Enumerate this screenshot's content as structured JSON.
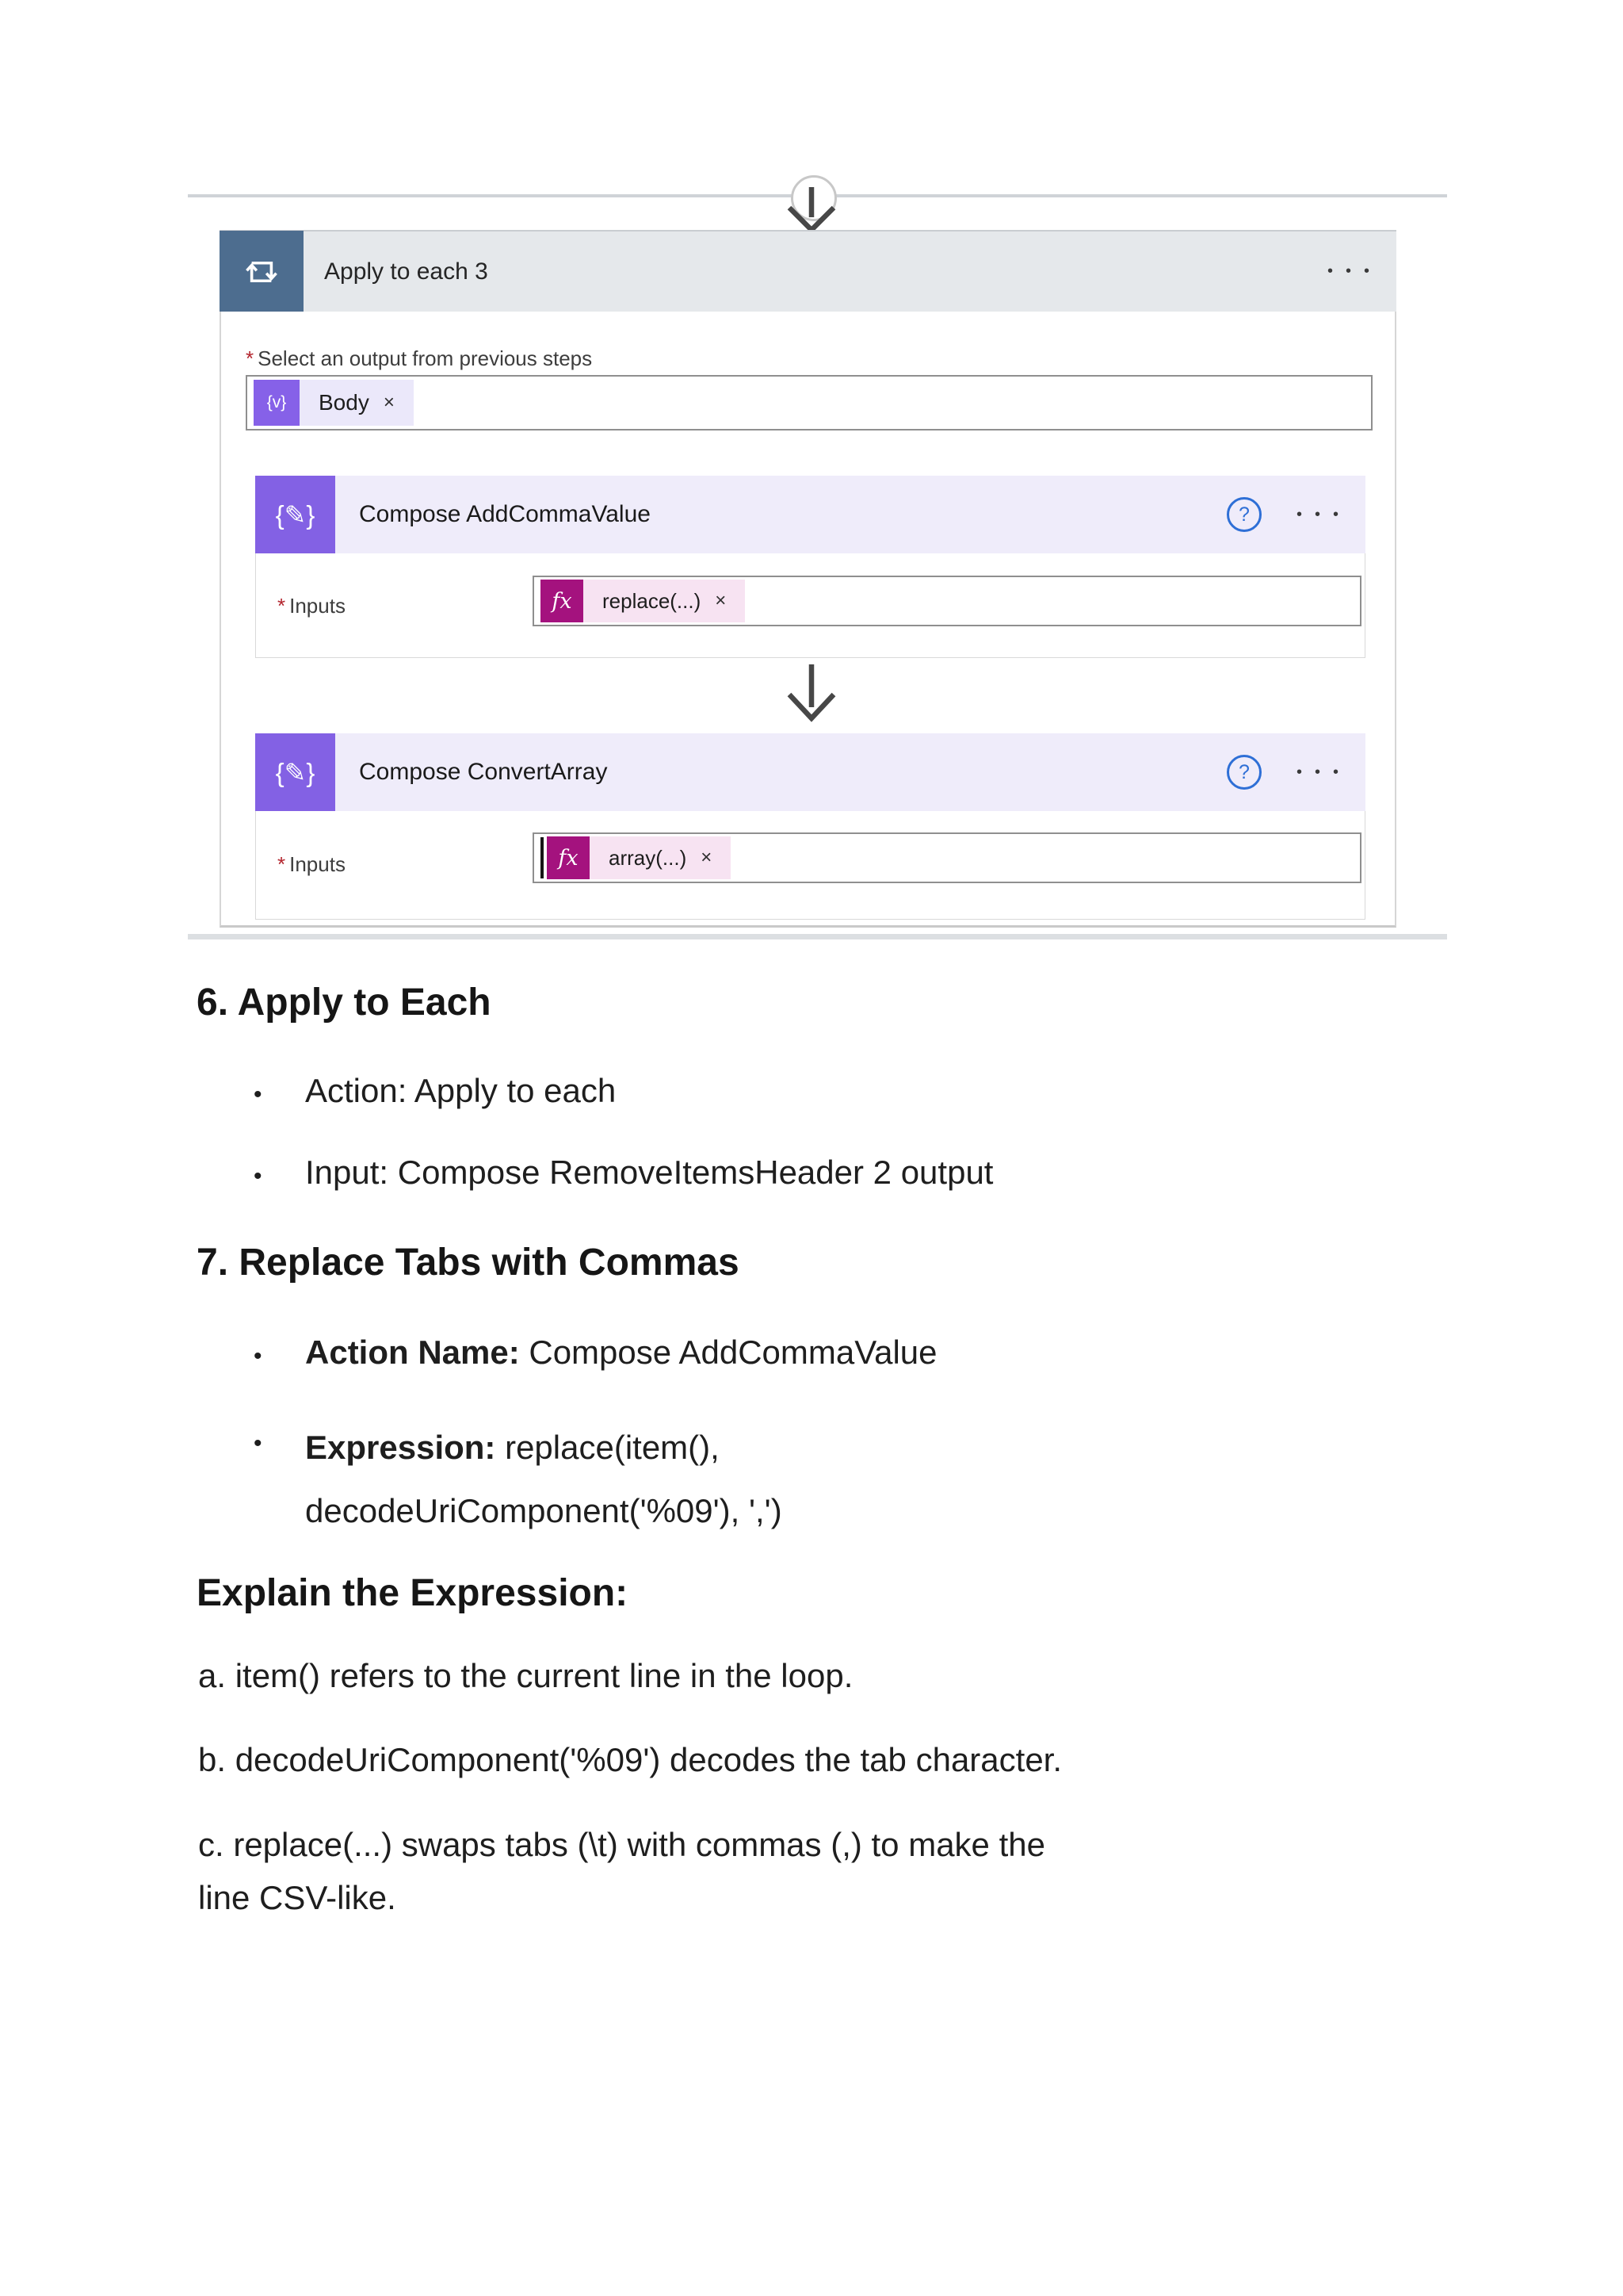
{
  "icons": {
    "menu": "•••",
    "help": "?",
    "required": "*",
    "remove": "×",
    "compose_glyph": "{✎}",
    "dynamic_glyph": "{v}",
    "fx_glyph": "fx",
    "bullet": "•"
  },
  "flow": {
    "apply_to_each": {
      "title": "Apply to each 3",
      "select_label": "Select an output from previous steps",
      "token_name": "Body"
    },
    "compose1": {
      "title": "Compose AddCommaValue",
      "inputs_label": "Inputs",
      "token_name": "replace(...)"
    },
    "compose2": {
      "title": "Compose ConvertArray",
      "inputs_label": "Inputs",
      "token_name": "array(...)"
    }
  },
  "doc": {
    "h6": "6. Apply to Each",
    "s6_bullets": [
      "Action: Apply to each",
      "Input: Compose RemoveItemsHeader 2 output"
    ],
    "h7": "7. Replace Tabs with Commas",
    "b_action_strong": "Action Name:",
    "b_action_rest": " Compose AddCommaValue",
    "b_expr_strong": "Expression:",
    "b_expr_line1": " replace(item(),",
    "b_expr_line2": "decodeUriComponent('%09'), ',')",
    "h_explain": "Explain the Expression:",
    "pa": "a. item() refers to the current line in the loop.",
    "pb": "b. decodeUriComponent('%09') decodes the tab character.",
    "pc1": "c. replace(...) swaps tabs (\\t) with commas (,) to make the",
    "pc2": "line CSV-like."
  },
  "colors": {
    "loop_icon_bg": "#4d6d8f",
    "ate_header_bg": "#e5e8eb",
    "compose_icon_bg": "#8361e4",
    "compose_header_bg": "#efecfa",
    "dynamic_token_bg": "#8661e8",
    "fx_token_bg": "#a4127e",
    "help_blue": "#2e6fd6",
    "required_red": "#b3252e"
  }
}
